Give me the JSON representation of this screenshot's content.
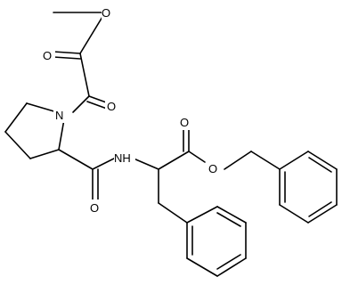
{
  "atoms": {
    "O_methyl": "O",
    "O_ester1": "O",
    "O_oxo": "O",
    "N_ring": "N",
    "NH_amide": "NH",
    "O_amide": "O",
    "O_ester2_carbonyl": "O",
    "O_ester2": "O"
  }
}
